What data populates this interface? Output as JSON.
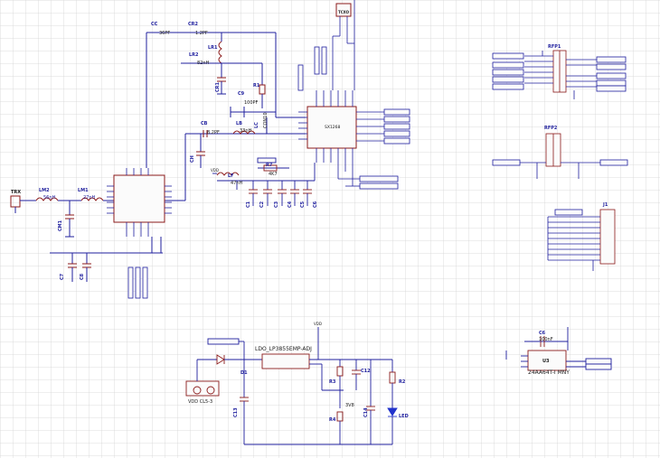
{
  "colors": {
    "wire": "#1f1f9e",
    "body": "#8b1a1a",
    "grid": "#d4d4d4",
    "label": "#1a1a1a",
    "refdes": "#1f1f9e",
    "fill": "#fbfbfb",
    "led": "#2233cc"
  },
  "antenna": {
    "label": "TRX"
  },
  "matching": {
    "LM2": "LM2",
    "LM2_val": "56nH",
    "LM1": "LM1",
    "LM1_val": "27nH",
    "CM1": "CM1",
    "C7": "C7",
    "C8": "C8",
    "CC": "CC",
    "CC_val": "36PF",
    "CR2": "CR2",
    "CR2_val": "1.2PF",
    "LR1": "LR1",
    "LR2": "LR2",
    "LR2_val": "82nH",
    "CR1": "CR1",
    "C9": "C9",
    "C9_val": "100PF",
    "R1": "R1",
    "LC": "LC",
    "LC_val": "CON10",
    "CB": "CB",
    "CB_val": "8.2PF",
    "LB": "LB",
    "LB_val": "33nH",
    "CH": "CH"
  },
  "pa_chip": {
    "name": "SX1268"
  },
  "supply": {
    "LF": "LF",
    "LF_val": "47nH",
    "R7": "R7",
    "R7_val": "4K7",
    "caps": [
      "C1",
      "C2",
      "C3",
      "C4",
      "C5",
      "C6"
    ],
    "net_vdd": "VDD"
  },
  "connectors": {
    "rfp1": "RFP1",
    "rfp2": "RFP2",
    "j1": "J1",
    "xtal": "TCXO"
  },
  "power": {
    "ldo": "LDO_LP3855EMP-ADJ",
    "d1": "D1",
    "vdd_conn": "VDD CL5-3",
    "c13": "C13",
    "r3": "R3",
    "r4": "R4",
    "c12": "C12",
    "c14": "C14",
    "r2": "R2",
    "led": "LED",
    "vref": "3V8",
    "net_vdd": "VDD"
  },
  "eeprom": {
    "ref": "U3",
    "part": "24AA64T-I MNY",
    "cap": "C6",
    "cap_val": "100nF"
  }
}
